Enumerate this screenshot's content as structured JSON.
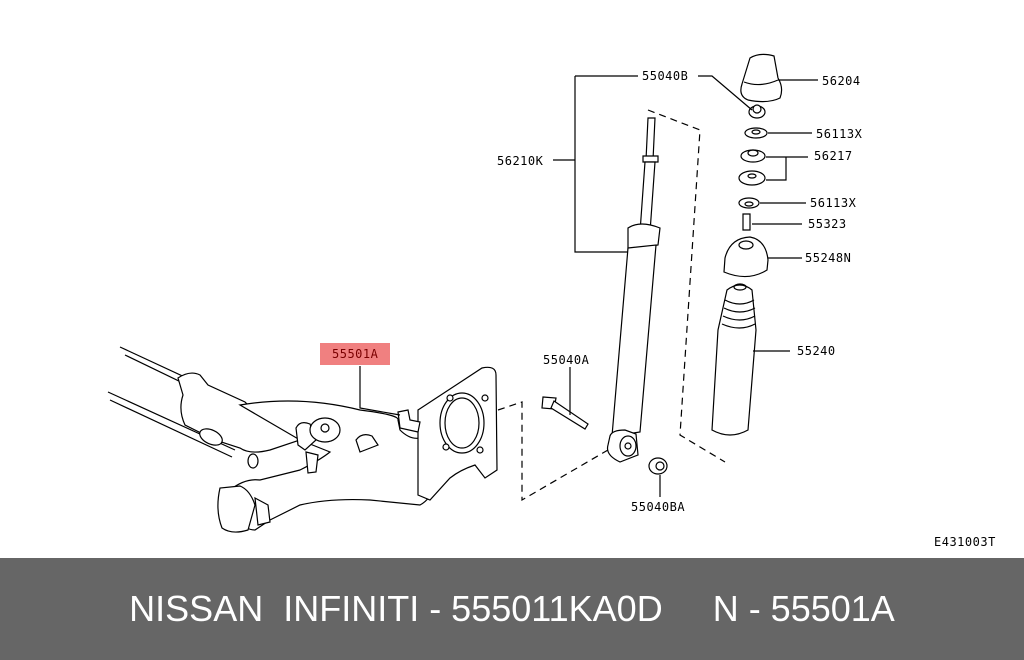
{
  "diagram": {
    "code": "E431003T",
    "highlight_color": "#f08080",
    "parts": [
      {
        "id": "55040B",
        "label": "55040B"
      },
      {
        "id": "56204",
        "label": "56204"
      },
      {
        "id": "56210K",
        "label": "56210K"
      },
      {
        "id": "56113X_upper",
        "label": "56113X"
      },
      {
        "id": "56217",
        "label": "56217"
      },
      {
        "id": "56113X_lower",
        "label": "56113X"
      },
      {
        "id": "55323",
        "label": "55323"
      },
      {
        "id": "55248N",
        "label": "55248N"
      },
      {
        "id": "55240",
        "label": "55240"
      },
      {
        "id": "55501A",
        "label": "55501A",
        "highlighted": true
      },
      {
        "id": "55040A",
        "label": "55040A"
      },
      {
        "id": "55040BA",
        "label": "55040BA"
      }
    ]
  },
  "footer": {
    "text": "NISSAN  INFINITI - 555011KA0D     N - 55501A",
    "background": "#666666",
    "color": "#ffffff"
  }
}
